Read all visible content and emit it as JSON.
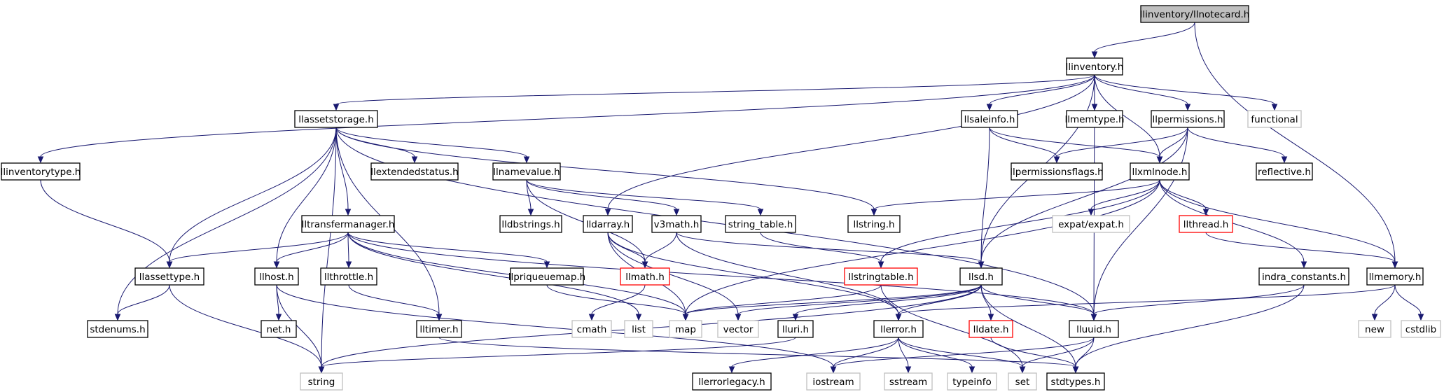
{
  "graph": {
    "colors": {
      "edge": "#191970",
      "root_fill": "#bfbfbf",
      "node_border": "#000000",
      "system_header_border": "#bfbfbf",
      "truncated_border": "#ff0000"
    },
    "nodes": [
      {
        "id": "llnotecard",
        "label": "llinventory/llnotecard.h",
        "style": "root"
      },
      {
        "id": "llinventory",
        "label": "llinventory.h",
        "style": "normal"
      },
      {
        "id": "llassetstorage",
        "label": "llassetstorage.h",
        "style": "normal"
      },
      {
        "id": "llsaleinfo",
        "label": "llsaleinfo.h",
        "style": "normal"
      },
      {
        "id": "llmemtype",
        "label": "llmemtype.h",
        "style": "normal"
      },
      {
        "id": "llpermissions",
        "label": "llpermissions.h",
        "style": "normal"
      },
      {
        "id": "functional",
        "label": "functional",
        "style": "system"
      },
      {
        "id": "llinventorytype",
        "label": "llinventorytype.h",
        "style": "normal"
      },
      {
        "id": "llextendedstatus",
        "label": "llextendedstatus.h",
        "style": "normal"
      },
      {
        "id": "llnamevalue",
        "label": "llnamevalue.h",
        "style": "normal"
      },
      {
        "id": "llpermissionsflags",
        "label": "llpermissionsflags.h",
        "style": "normal"
      },
      {
        "id": "llxmlnode",
        "label": "llxmlnode.h",
        "style": "normal"
      },
      {
        "id": "reflective",
        "label": "reflective.h",
        "style": "normal"
      },
      {
        "id": "lltransfermanager",
        "label": "lltransfermanager.h",
        "style": "normal"
      },
      {
        "id": "lldbstrings",
        "label": "lldbstrings.h",
        "style": "normal"
      },
      {
        "id": "lldarray",
        "label": "lldarray.h",
        "style": "normal"
      },
      {
        "id": "v3math",
        "label": "v3math.h",
        "style": "normal"
      },
      {
        "id": "string_table",
        "label": "string_table.h",
        "style": "normal"
      },
      {
        "id": "llstring",
        "label": "llstring.h",
        "style": "normal"
      },
      {
        "id": "expat",
        "label": "expat/expat.h",
        "style": "system"
      },
      {
        "id": "llthread",
        "label": "llthread.h",
        "style": "truncated"
      },
      {
        "id": "llassettype",
        "label": "llassettype.h",
        "style": "normal"
      },
      {
        "id": "llhost",
        "label": "llhost.h",
        "style": "normal"
      },
      {
        "id": "llthrottle",
        "label": "llthrottle.h",
        "style": "normal"
      },
      {
        "id": "llpriqueuemap",
        "label": "llpriqueuemap.h",
        "style": "normal"
      },
      {
        "id": "llmath",
        "label": "llmath.h",
        "style": "truncated"
      },
      {
        "id": "llstringtable",
        "label": "llstringtable.h",
        "style": "truncated"
      },
      {
        "id": "llsd",
        "label": "llsd.h",
        "style": "normal"
      },
      {
        "id": "indra_constants",
        "label": "indra_constants.h",
        "style": "normal"
      },
      {
        "id": "llmemory",
        "label": "llmemory.h",
        "style": "normal"
      },
      {
        "id": "stdenums",
        "label": "stdenums.h",
        "style": "normal"
      },
      {
        "id": "neth",
        "label": "net.h",
        "style": "normal"
      },
      {
        "id": "lltimer",
        "label": "lltimer.h",
        "style": "normal"
      },
      {
        "id": "cmath",
        "label": "cmath",
        "style": "system"
      },
      {
        "id": "list",
        "label": "list",
        "style": "system"
      },
      {
        "id": "map",
        "label": "map",
        "style": "system"
      },
      {
        "id": "vector",
        "label": "vector",
        "style": "system"
      },
      {
        "id": "lluri",
        "label": "lluri.h",
        "style": "normal"
      },
      {
        "id": "llerror",
        "label": "llerror.h",
        "style": "normal"
      },
      {
        "id": "lldate",
        "label": "lldate.h",
        "style": "truncated"
      },
      {
        "id": "lluuid",
        "label": "lluuid.h",
        "style": "normal"
      },
      {
        "id": "new",
        "label": "new",
        "style": "system"
      },
      {
        "id": "cstdlib",
        "label": "cstdlib",
        "style": "system"
      },
      {
        "id": "string",
        "label": "string",
        "style": "system"
      },
      {
        "id": "llerrorlegacy",
        "label": "llerrorlegacy.h",
        "style": "normal"
      },
      {
        "id": "iostream",
        "label": "iostream",
        "style": "system"
      },
      {
        "id": "sstream",
        "label": "sstream",
        "style": "system"
      },
      {
        "id": "typeinfo",
        "label": "typeinfo",
        "style": "system"
      },
      {
        "id": "set",
        "label": "set",
        "style": "system"
      },
      {
        "id": "stdtypes",
        "label": "stdtypes.h",
        "style": "normal"
      }
    ],
    "edges": [
      [
        "llnotecard",
        "llinventory"
      ],
      [
        "llnotecard",
        "llmemory"
      ],
      [
        "llinventory",
        "llassetstorage"
      ],
      [
        "llinventory",
        "llinventorytype"
      ],
      [
        "llinventory",
        "llsaleinfo"
      ],
      [
        "llinventory",
        "llmemtype"
      ],
      [
        "llinventory",
        "llpermissions"
      ],
      [
        "llinventory",
        "functional"
      ],
      [
        "llinventory",
        "llxmlnode"
      ],
      [
        "llinventory",
        "llsd"
      ],
      [
        "llinventory",
        "lluuid"
      ],
      [
        "llinventory",
        "lldarray"
      ],
      [
        "llassetstorage",
        "llextendedstatus"
      ],
      [
        "llassetstorage",
        "llnamevalue"
      ],
      [
        "llassetstorage",
        "lltransfermanager"
      ],
      [
        "llassetstorage",
        "llassettype"
      ],
      [
        "llassetstorage",
        "llhost"
      ],
      [
        "llassetstorage",
        "lltimer"
      ],
      [
        "llassetstorage",
        "stdenums"
      ],
      [
        "llassetstorage",
        "string"
      ],
      [
        "llassetstorage",
        "llstring"
      ],
      [
        "llassetstorage",
        "lluuid"
      ],
      [
        "llinventorytype",
        "llassettype"
      ],
      [
        "llsaleinfo",
        "llpermissionsflags"
      ],
      [
        "llsaleinfo",
        "llxmlnode"
      ],
      [
        "llsaleinfo",
        "llsd"
      ],
      [
        "llpermissions",
        "llpermissionsflags"
      ],
      [
        "llpermissions",
        "llxmlnode"
      ],
      [
        "llpermissions",
        "reflective"
      ],
      [
        "llpermissions",
        "lluuid"
      ],
      [
        "llpermissions",
        "llsd"
      ],
      [
        "llnamevalue",
        "lldbstrings"
      ],
      [
        "llnamevalue",
        "v3math"
      ],
      [
        "llnamevalue",
        "string_table"
      ],
      [
        "llnamevalue",
        "llmath"
      ],
      [
        "llxmlnode",
        "llstring"
      ],
      [
        "llxmlnode",
        "expat"
      ],
      [
        "llxmlnode",
        "llthread"
      ],
      [
        "llxmlnode",
        "llstringtable"
      ],
      [
        "llxmlnode",
        "indra_constants"
      ],
      [
        "llxmlnode",
        "llmemory"
      ],
      [
        "llxmlnode",
        "map"
      ],
      [
        "lltransfermanager",
        "llassettype"
      ],
      [
        "lltransfermanager",
        "llhost"
      ],
      [
        "lltransfermanager",
        "llthrottle"
      ],
      [
        "lltransfermanager",
        "llpriqueuemap"
      ],
      [
        "lltransfermanager",
        "list"
      ],
      [
        "lltransfermanager",
        "map"
      ],
      [
        "lltransfermanager",
        "lluuid"
      ],
      [
        "lldarray",
        "llmath"
      ],
      [
        "lldarray",
        "map"
      ],
      [
        "lldarray",
        "vector"
      ],
      [
        "lldarray",
        "llerror"
      ],
      [
        "v3math",
        "llmath"
      ],
      [
        "v3math",
        "llsd"
      ],
      [
        "v3math",
        "llerror"
      ],
      [
        "string_table",
        "llstringtable"
      ],
      [
        "llthread",
        "llmemory"
      ],
      [
        "llassettype",
        "stdenums"
      ],
      [
        "llassettype",
        "string"
      ],
      [
        "llhost",
        "neth"
      ],
      [
        "llhost",
        "string"
      ],
      [
        "llhost",
        "iostream"
      ],
      [
        "llthrottle",
        "lltimer"
      ],
      [
        "llpriqueuemap",
        "map"
      ],
      [
        "llmath",
        "cmath"
      ],
      [
        "llstringtable",
        "map"
      ],
      [
        "llstringtable",
        "set"
      ],
      [
        "llsd",
        "map"
      ],
      [
        "llsd",
        "vector"
      ],
      [
        "llsd",
        "lluri"
      ],
      [
        "llsd",
        "llerror"
      ],
      [
        "llsd",
        "lldate"
      ],
      [
        "llsd",
        "lluuid"
      ],
      [
        "llsd",
        "stdtypes"
      ],
      [
        "llsd",
        "string"
      ],
      [
        "indra_constants",
        "lluuid"
      ],
      [
        "indra_constants",
        "stdtypes"
      ],
      [
        "llmemory",
        "new"
      ],
      [
        "llmemory",
        "cstdlib"
      ],
      [
        "llmemory",
        "llerror"
      ],
      [
        "lltimer",
        "stdtypes"
      ],
      [
        "lluri",
        "string"
      ],
      [
        "llerror",
        "llerrorlegacy"
      ],
      [
        "llerror",
        "iostream"
      ],
      [
        "llerror",
        "sstream"
      ],
      [
        "llerror",
        "typeinfo"
      ],
      [
        "llerror",
        "set"
      ],
      [
        "lldate",
        "stdtypes"
      ],
      [
        "lluuid",
        "iostream"
      ],
      [
        "lluuid",
        "stdtypes"
      ],
      [
        "lluuid",
        "set"
      ]
    ]
  }
}
